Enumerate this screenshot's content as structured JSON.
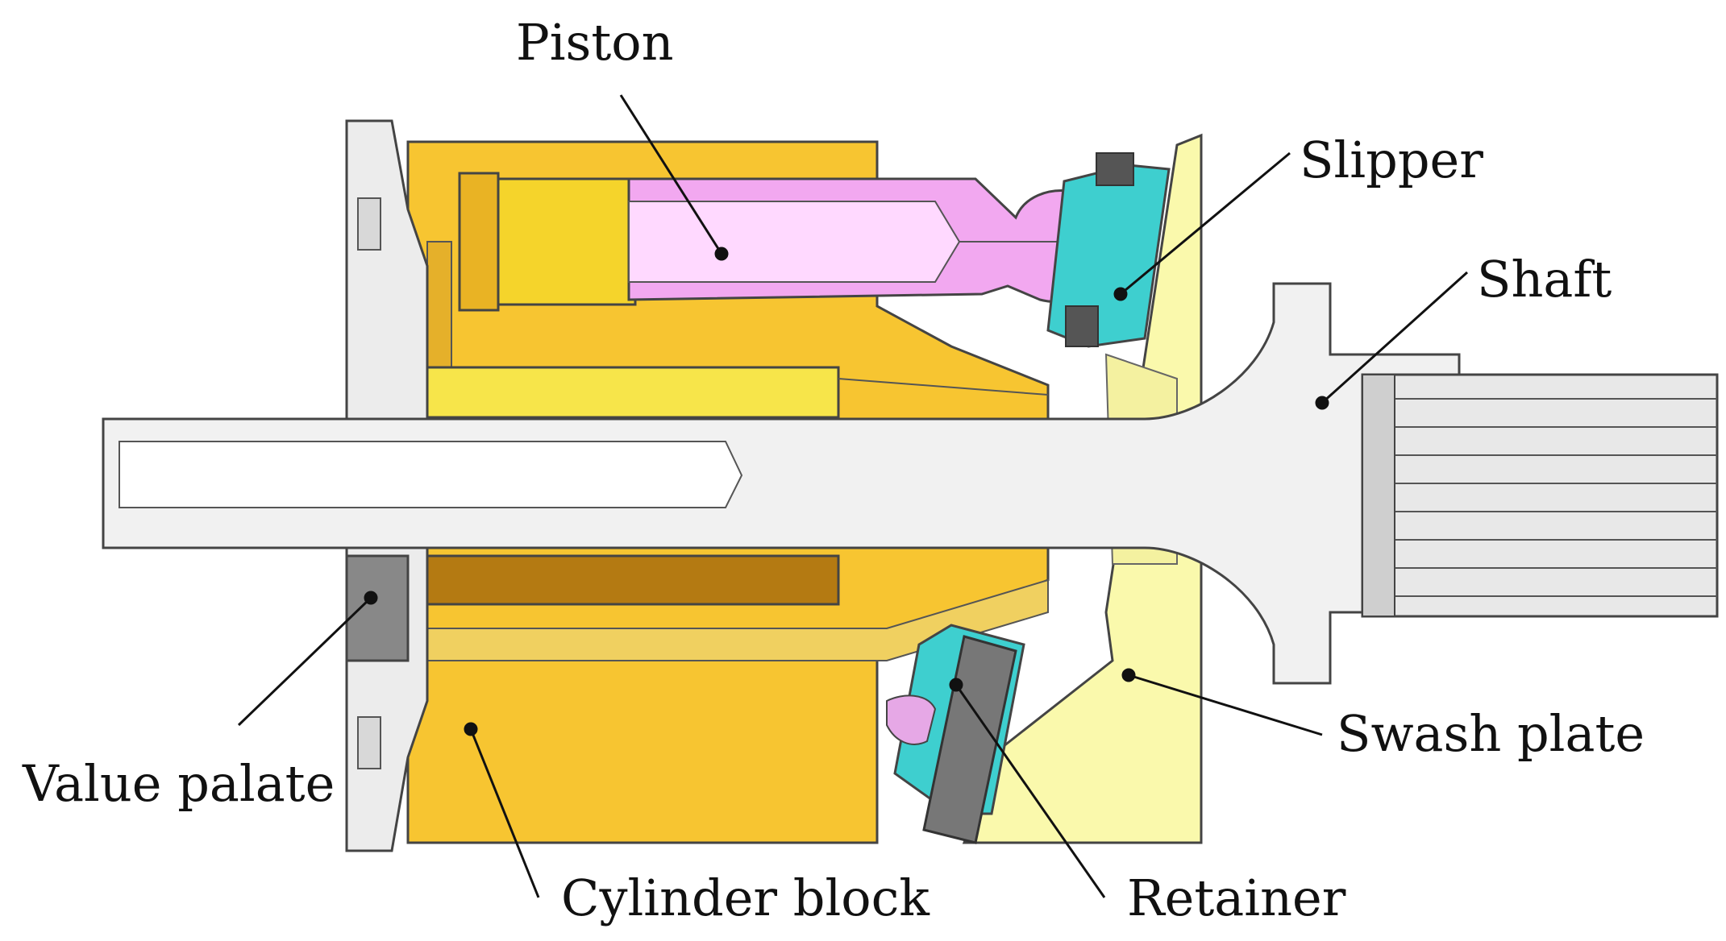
{
  "labels": {
    "piston": "Piston",
    "slipper": "Slipper",
    "shaft": "Shaft",
    "swash_plate": "Swash plate",
    "value_palate": "Value palate",
    "cylinder_block": "Cylinder block",
    "retainer": "Retainer"
  },
  "colors": {
    "cylinder_block": "#F7C531",
    "cylinder_shadow": "#D59C1E",
    "piston": "#F2A8F0",
    "slipper": "#3ECFCF",
    "swash_plate": "#FAF9AC",
    "shaft": "#F1F1F1",
    "valve_plate": "#ECECEC",
    "retainer": "#777777",
    "outline": "#444444"
  }
}
